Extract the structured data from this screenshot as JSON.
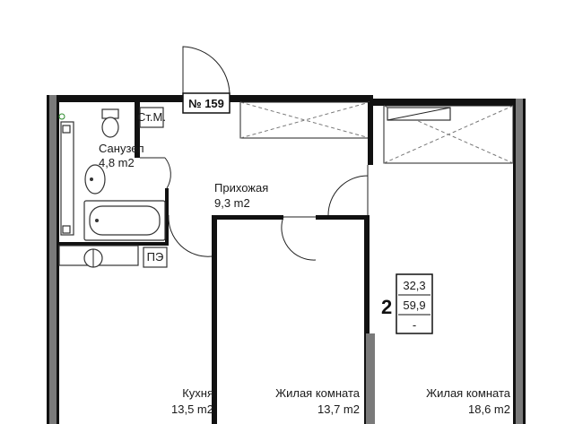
{
  "apartment": {
    "number": "№ 159",
    "rooms_count": "2",
    "living_area": "32,3",
    "total_area": "59,9",
    "extra": "-"
  },
  "rooms": {
    "bathroom": {
      "name": "Санузел",
      "area": "4,8 m2"
    },
    "hallway": {
      "name": "Прихожая",
      "area": "9,3 m2"
    },
    "kitchen": {
      "name": "Кухня",
      "area": "13,5 m2"
    },
    "living_1": {
      "name": "Жилая комната",
      "area": "13,7 m2"
    },
    "living_2": {
      "name": "Жилая комната",
      "area": "18,6 m2"
    }
  },
  "tags": {
    "riser": "Ст.М.",
    "panel": "ПЭ"
  },
  "colors": {
    "wall": "#111111",
    "wall_fill": "#7a7a7a",
    "line": "#222222"
  }
}
